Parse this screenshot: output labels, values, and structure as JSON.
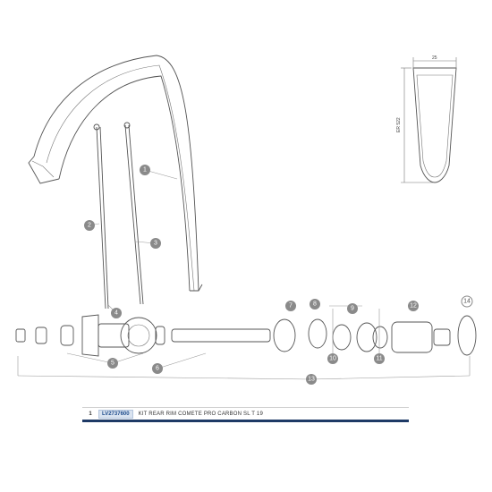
{
  "callouts": [
    "1",
    "2",
    "3",
    "4",
    "5",
    "6",
    "7",
    "8",
    "9",
    "10",
    "11",
    "12",
    "13",
    "14"
  ],
  "profile": {
    "width_label": "25",
    "height_label": "ER 522"
  },
  "parts_table": {
    "qty": "1",
    "reference": "LV2737600",
    "description": "KIT REAR RIM COMETE PRO CARBON SL T 19"
  },
  "colors": {
    "callout_fill": "#8a8a8a",
    "reference_bg": "#d9e3f0",
    "bar": "#1e3a66"
  }
}
